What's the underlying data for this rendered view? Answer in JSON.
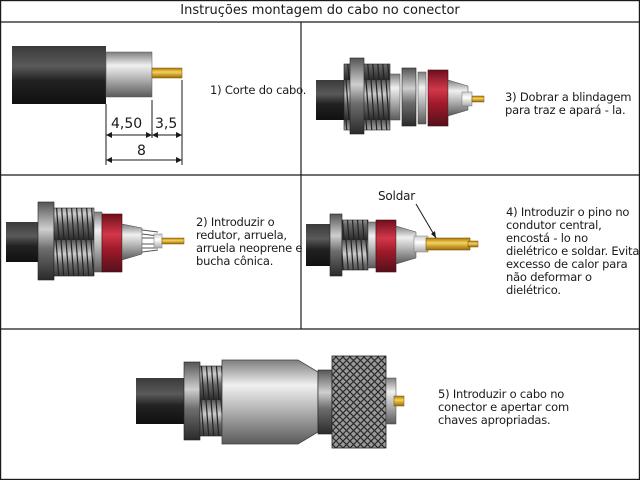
{
  "title": "Instruções montagem do cabo no conector",
  "steps": {
    "s1": "1) Corte do cabo.",
    "s2": [
      "2) Introduzir o",
      "redutor, arruela,",
      "arruela neoprene e",
      "bucha cônica."
    ],
    "s3": [
      "3) Dobrar a blindagem",
      "para traz e apará - la."
    ],
    "s4": [
      "4) Introduzir o pino no",
      "condutor central,",
      "encostá - lo no",
      "dielétrico e soldar. Evitar",
      "excesso de calor para",
      "não deformar o",
      "dielétrico."
    ],
    "s5": [
      "5) Introduzir o cabo no",
      "conector e apertar com",
      "chaves apropriadas."
    ]
  },
  "dimensions": {
    "d1": "4,50",
    "d2": "3,5",
    "total": "8"
  },
  "solder_label": "Soldar",
  "colors": {
    "line": "#1a1a1a",
    "red": "#b01c2e",
    "brass": "#d9a21a",
    "cable": "#262626"
  }
}
